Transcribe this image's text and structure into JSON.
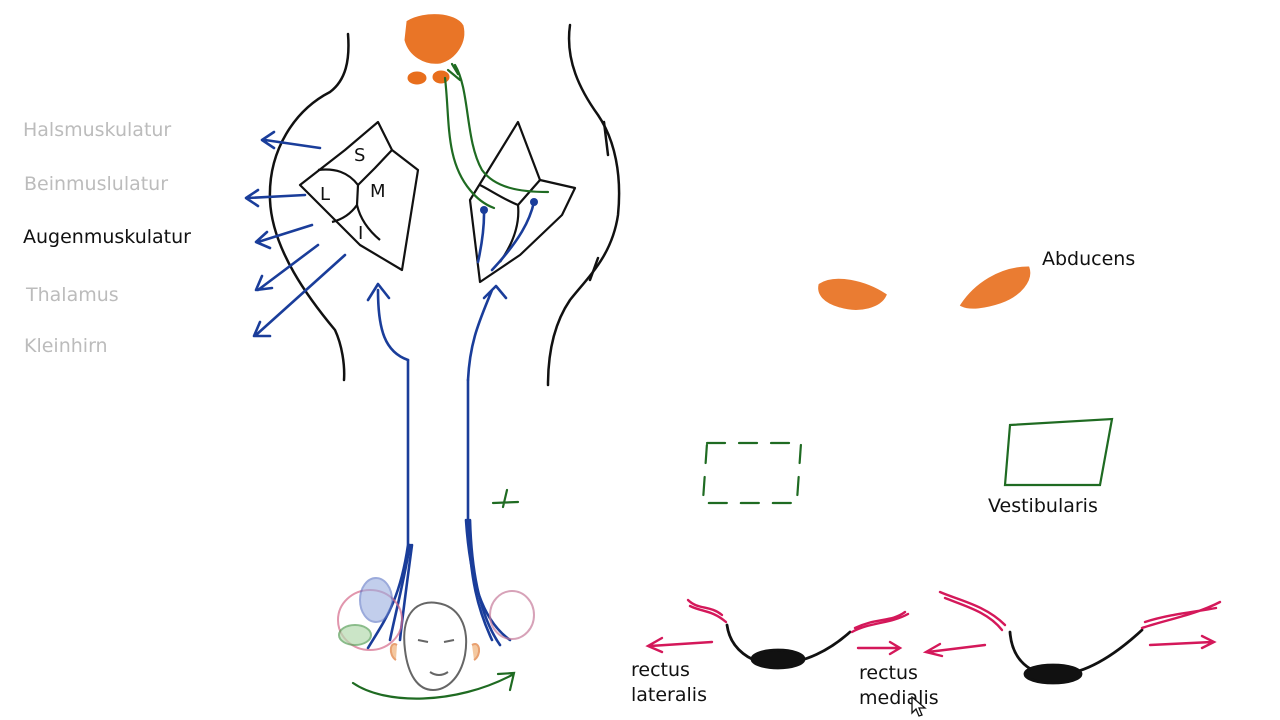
{
  "sidebar": {
    "items": [
      {
        "label": "Halsmuskulatur",
        "active": false
      },
      {
        "label": "Beinmuslulatur",
        "active": false
      },
      {
        "label": "Augenmuskulatur",
        "active": true
      },
      {
        "label": "Thalamus",
        "active": false
      },
      {
        "label": "Kleinhirn",
        "active": false
      }
    ]
  },
  "diagram": {
    "regions": {
      "s": "S",
      "l": "L",
      "m": "M",
      "i": "I"
    },
    "plus_sign": "+",
    "labels": {
      "abducens": "Abducens",
      "vestibularis": "Vestibularis",
      "rectus_lateralis_1": "rectus",
      "rectus_lateralis_2": "lateralis",
      "rectus_medialis_1": "rectus",
      "rectus_medialis_2": "medialis"
    }
  },
  "colors": {
    "nerve_blue": "#1a3d9a",
    "vestibular_green": "#1f6b22",
    "nucleus_orange": "#e86e1c",
    "muscle_pink": "#d4185a",
    "outline": "#111111"
  }
}
